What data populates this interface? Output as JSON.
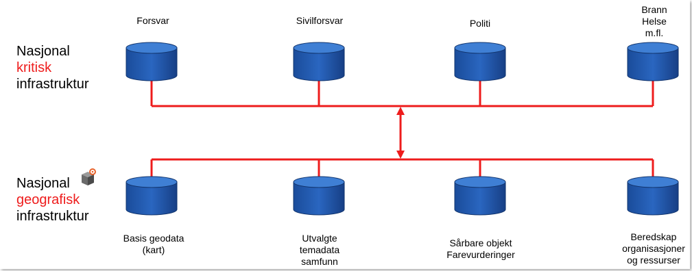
{
  "national_critical": {
    "line1": "Nasjonal",
    "line2": "kritisk",
    "line3": "infrastruktur"
  },
  "national_geographic": {
    "line1": "Nasjonal",
    "line2": "geografisk",
    "line3": "infrastruktur"
  },
  "top_nodes": [
    {
      "lines": [
        "Forsvar"
      ]
    },
    {
      "lines": [
        "Sivilforsvar"
      ]
    },
    {
      "lines": [
        "Politi"
      ]
    },
    {
      "lines": [
        "Brann",
        "Helse",
        "m.fl."
      ]
    }
  ],
  "bottom_nodes": [
    {
      "lines": [
        "Basis geodata",
        "(kart)"
      ]
    },
    {
      "lines": [
        "Utvalgte",
        "temadata",
        "samfunn"
      ]
    },
    {
      "lines": [
        "Sårbare objekt",
        "Farevurderinger"
      ]
    },
    {
      "lines": [
        "Beredskap",
        "organisasjoner",
        "og ressurser"
      ]
    }
  ],
  "colors": {
    "connector_red": "#ee1c1c",
    "cylinder_blue": "#1f55a8",
    "cylinder_top": "#3f7fd4",
    "highlight_red": "#ee1c1c"
  },
  "icons": {
    "geo_logo": "geonorge-logo-icon"
  }
}
